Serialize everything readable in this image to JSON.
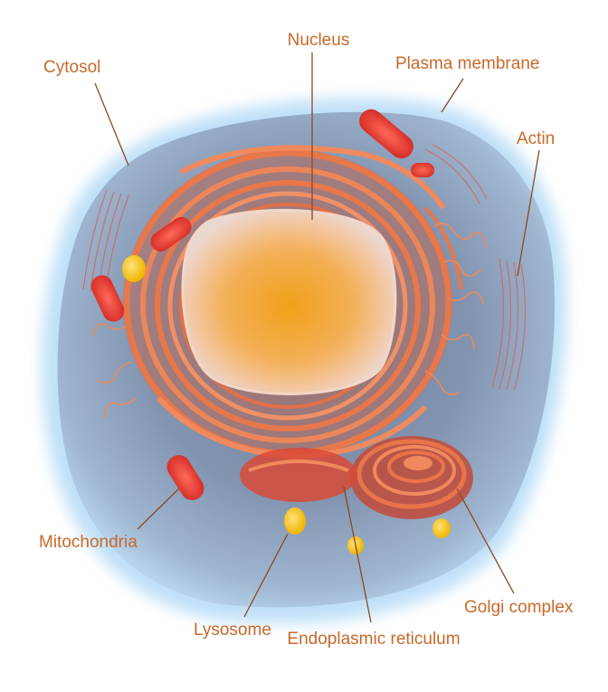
{
  "labels": {
    "nucleus": "Nucleus",
    "cytosol": "Cytosol",
    "plasma_membrane": "Plasma membrane",
    "actin": "Actin",
    "mitochondria": "Mitochondria",
    "lysosome": "Lysosome",
    "endoplasmic_reticulum_line1": "Endoplasmic",
    "endoplasmic_reticulum_line2": "reticulum",
    "golgi_complex": "Golgi complex"
  },
  "colors": {
    "label": "#c8692a",
    "leader_line": "#8a4a22",
    "cytoplasm": "#8a9bb4",
    "membrane_glow": "#b7d8f2",
    "nucleus_core": "#f0a020",
    "er": "#e0663c",
    "mitochondrion": "#e63a32",
    "lysosome": "#f2c21a"
  }
}
